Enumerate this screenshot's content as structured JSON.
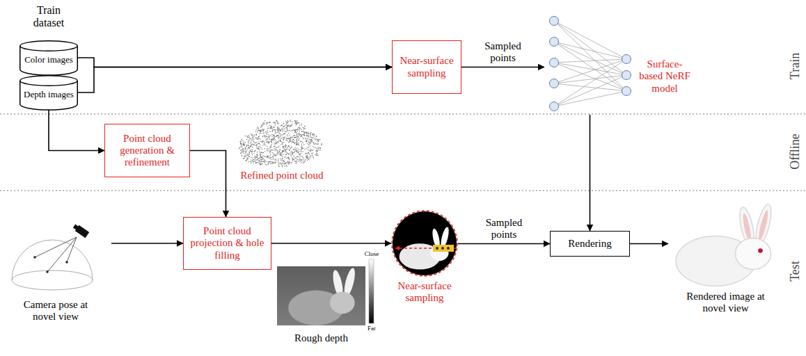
{
  "diagram": {
    "nodes": [
      {
        "text": [
          "Color images"
        ]
      },
      {
        "text": [
          "Depth images"
        ]
      },
      {
        "text": [
          "Near-surface sampling"
        ]
      },
      {
        "text": [
          "Surface-based NeRF model"
        ]
      },
      {
        "text": [
          "Point cloud generation & refinement"
        ]
      },
      {
        "text": [
          "Refined point cloud"
        ]
      },
      {
        "text": [
          "Camera pose at novel view"
        ]
      },
      {
        "text": [
          "Point cloud projection & hole filling"
        ]
      },
      {
        "text": [
          "Rough depth"
        ]
      },
      {
        "text": [
          "Near-surface sampling"
        ]
      },
      {
        "text": [
          "Rendering"
        ]
      },
      {
        "text": [
          "Rendered image at novel view"
        ]
      }
    ],
    "edges": [
      {
        "from": 0,
        "to": 2,
        "arrow": "to"
      },
      {
        "from": 1,
        "to": 2,
        "arrow": "to"
      },
      {
        "from": 2,
        "to": 3,
        "label": "Sampled points",
        "arrow": "to"
      },
      {
        "from": 1,
        "to": 4,
        "arrow": "to"
      },
      {
        "from": 4,
        "to": 7,
        "arrow": "to"
      },
      {
        "from": 3,
        "to": 10,
        "arrow": "to"
      },
      {
        "from": 6,
        "to": 7,
        "arrow": "to"
      },
      {
        "from": 7,
        "to": 9,
        "arrow": "to"
      },
      {
        "from": 9,
        "to": 10,
        "label": "Sampled points",
        "arrow": "to"
      },
      {
        "from": 10,
        "to": 11,
        "arrow": "to"
      }
    ],
    "labels": [
      "Train dataset",
      "Train",
      "Offline",
      "Test",
      "Close",
      "Far"
    ]
  }
}
